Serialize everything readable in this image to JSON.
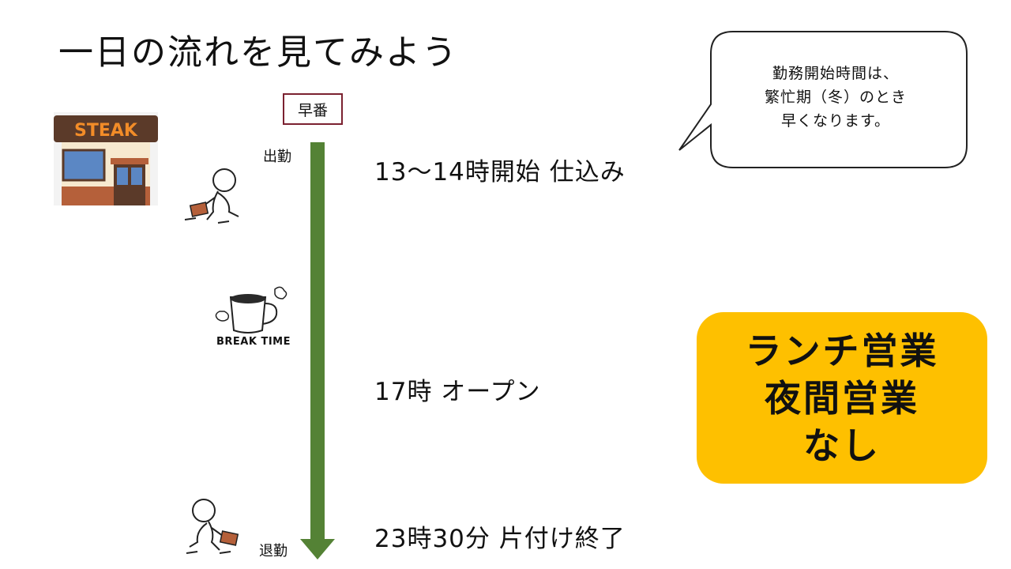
{
  "title": "一日の流れを見てみよう",
  "shift_badge": "早番",
  "timeline": {
    "start_label": "出勤",
    "end_label": "退勤",
    "arrow_color": "#548235"
  },
  "events": [
    {
      "time_text": "13〜14時開始 仕込み"
    },
    {
      "time_text": "17時 オープン"
    },
    {
      "time_text": "23時30分 片付け終了"
    }
  ],
  "speech_bubble": {
    "lines": [
      "勤務開始時間は、",
      "繁忙期（冬）のとき",
      "早くなります。"
    ]
  },
  "notice": {
    "lines": [
      "ランチ営業",
      "夜間営業",
      "なし"
    ],
    "bg_color": "#fec000"
  },
  "restaurant_sign": "STEAK",
  "break_label": "BREAK TIME",
  "icons": [
    "restaurant-icon",
    "person-walking-icon",
    "coffee-cup-icon",
    "person-leaving-icon"
  ]
}
